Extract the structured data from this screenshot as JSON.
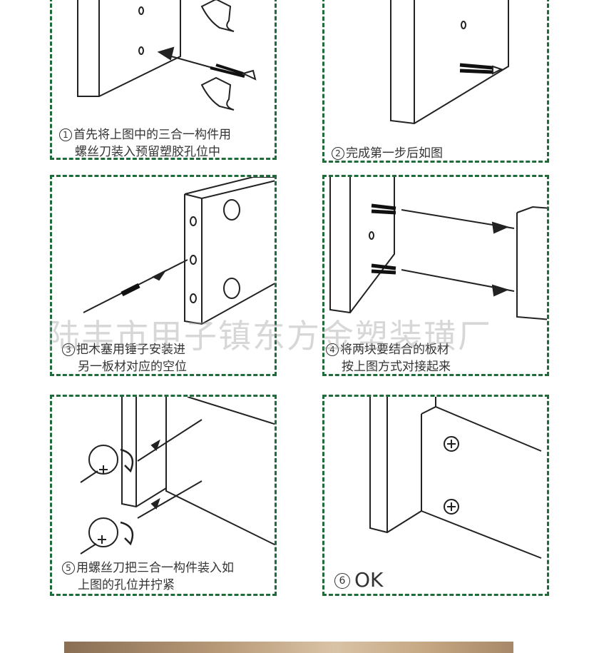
{
  "steps": [
    {
      "num": "1",
      "line1": "首先将上图中的三合一构件用",
      "line2": "螺丝刀装入预留塑胶孔位中"
    },
    {
      "num": "2",
      "line1": "完成第一步后如图",
      "line2": ""
    },
    {
      "num": "3",
      "line1": "把木塞用锤子安装进",
      "line2": "另一板材对应的空位"
    },
    {
      "num": "4",
      "line1": "将两块要结合的板材",
      "line2": "按上图方式对接起来"
    },
    {
      "num": "5",
      "line1": "用螺丝刀把三合一构件装入如",
      "line2": "上图的孔位并拧紧"
    },
    {
      "num": "6",
      "line1": "OK",
      "line2": ""
    }
  ],
  "watermark": "陆丰市甲子镇东方金塑装璜厂",
  "colors": {
    "border": "#1f6b3a",
    "text": "#333333"
  }
}
